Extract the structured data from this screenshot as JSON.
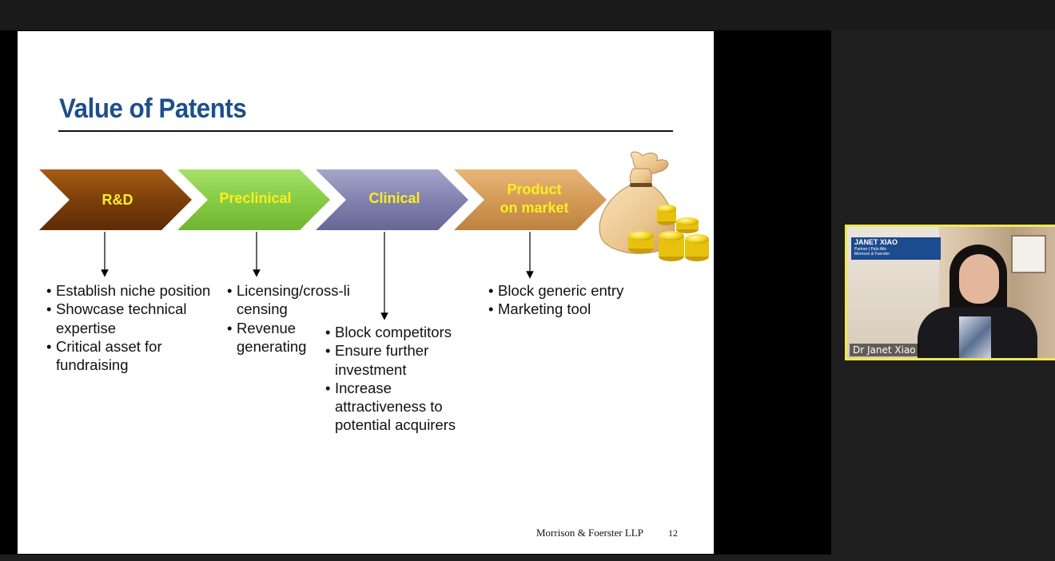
{
  "slide": {
    "title": "Value of Patents",
    "stages": [
      {
        "id": "rnd",
        "label": "R&D",
        "text_color": "#fcee21"
      },
      {
        "id": "preclinical",
        "label": "Preclinical",
        "text_color": "#fcee21"
      },
      {
        "id": "clinical",
        "label": "Clinical",
        "text_color": "#fcee21"
      },
      {
        "id": "product",
        "label_line1": "Product",
        "label_line2": "on market",
        "text_color": "#fcee21"
      }
    ],
    "bullets": {
      "rnd": [
        "Establish niche position",
        "Showcase technical expertise",
        "Critical asset for fundraising"
      ],
      "preclinical": [
        "Licensing/cross-licensing",
        "Revenue generating"
      ],
      "clinical": [
        "Block competitors",
        "Ensure further investment",
        "Increase attractiveness to potential acquirers"
      ],
      "product": [
        "Block generic entry",
        "Marketing tool"
      ]
    },
    "footer_company": "Morrison & Foerster LLP",
    "page_number": "12"
  },
  "stage_colors": {
    "rnd": "#8a4a0e",
    "preclinical": "#8fd44b",
    "clinical": "#8f8fb9",
    "product": "#d9a05e"
  },
  "icons": {
    "money": "money-bag-with-coins-icon"
  },
  "video_tile": {
    "participant_name": "Dr Janet Xiao",
    "banner_name": "JANET XIAO",
    "banner_role": "Partner | Palo Alto",
    "banner_firm": "Morrison & Foerster",
    "active_speaker_color": "#f0e94f"
  }
}
